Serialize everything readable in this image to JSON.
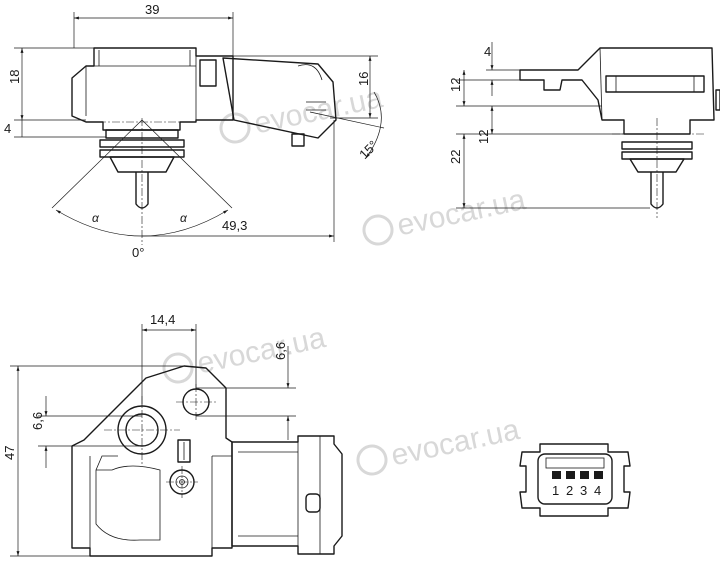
{
  "watermark": {
    "text": "evocar.ua",
    "color": "#d8d8d8"
  },
  "top_view": {
    "dim_length": "39",
    "dim_height_left": "18",
    "dim_flange": "4",
    "dim_connector_height": "16",
    "dim_tilt_angle": "15°",
    "dim_span": "49,3",
    "angle_left": "α",
    "angle_right": "α",
    "angle_zero": "0°"
  },
  "side_view": {
    "dim_top": "4",
    "dim_upper": "12",
    "dim_mid": "12",
    "dim_lower": "22"
  },
  "bottom_view": {
    "dim_offset": "14,4",
    "dim_vertical_right": "6,6",
    "dim_vertical_left": "6,6",
    "dim_total_height": "47"
  },
  "connector": {
    "pins": [
      "1",
      "2",
      "3",
      "4"
    ]
  },
  "colors": {
    "line": "#1a1a1a",
    "background": "#ffffff"
  }
}
